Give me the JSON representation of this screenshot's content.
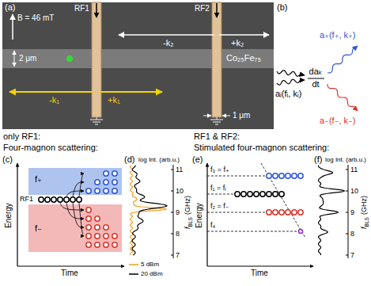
{
  "diagram": {
    "labels": [
      "(a)",
      "RF1",
      "RF2",
      "B = 46 mT",
      "2 μm",
      "Co₂₅Fe₇₅",
      "-k₁",
      "+k₁",
      "-k₂",
      "+k₂",
      "1 μm",
      "(b)",
      "aᵢ(fᵢ, kᵢ)",
      "daₖ",
      "dt",
      "a₊(f₊, k₊)",
      "a₋(f₋, k₋)",
      "only RF1:",
      "Four-magnon scattering:",
      "RF1 & RF2:",
      "Stimulated four-magnon scattering:",
      "(c)",
      "Energy",
      "RF1",
      "f₊",
      "f₋",
      "Time",
      "(d)",
      "log Int. (arb.u.)",
      "11",
      "10",
      "9",
      "8",
      "7",
      "f",
      "BLS",
      "(GHz)",
      "(e)",
      "Energy",
      "f₃ = f₊",
      "f₁ = fᵢ",
      "f₂ = f₋",
      "f₄",
      "Time",
      "(f)",
      "log Int. (arb.u.)",
      "11",
      "10",
      "9",
      "8",
      "7",
      "f",
      "BLS",
      "(GHz)"
    ],
    "legend": [
      {
        "text": "5 dBm"
      },
      {
        "text": "20 dBm"
      }
    ]
  }
}
